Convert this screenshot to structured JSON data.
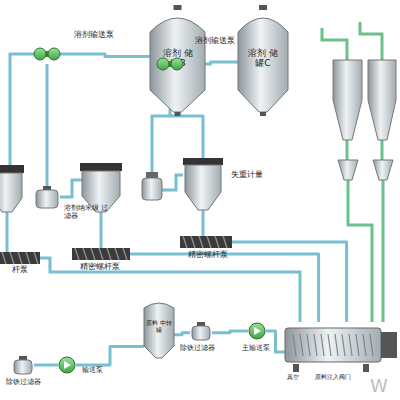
{
  "diagram": {
    "nodes": [
      {
        "text": [
          "溶剂 储罐B"
        ]
      },
      {
        "text": [
          "溶剂 储罐C"
        ]
      },
      {
        "text": [
          "溶剂输送泵"
        ]
      },
      {
        "text": [
          "溶剂输送泵"
        ]
      },
      {
        "text": [
          "溶剂纳米级 过滤器"
        ]
      },
      {
        "text": [
          "失重计量"
        ]
      },
      {
        "text": [
          "精密螺杆泵"
        ]
      },
      {
        "text": [
          "精密螺杆泵"
        ]
      },
      {
        "text": [
          "原料 中转罐"
        ]
      },
      {
        "text": [
          "除铁过滤器"
        ]
      },
      {
        "text": [
          "主输送泵"
        ]
      },
      {
        "text": [
          "输送泵"
        ]
      },
      {
        "text": [
          "除铁过滤器"
        ]
      },
      {
        "text": [
          "真空",
          "原料注入阀门"
        ]
      }
    ],
    "edges": [
      {
        "from": 0,
        "to": 2,
        "arrow": "none"
      },
      {
        "from": 1,
        "to": 3,
        "arrow": "none"
      },
      {
        "from": 2,
        "to": 4,
        "arrow": "none"
      },
      {
        "from": 3,
        "to": 5,
        "arrow": "none"
      },
      {
        "from": 6,
        "to": 13,
        "arrow": "none"
      },
      {
        "from": 7,
        "to": 13,
        "arrow": "none"
      },
      {
        "from": 12,
        "to": 11,
        "arrow": "none"
      },
      {
        "from": 11,
        "to": 8,
        "arrow": "none"
      },
      {
        "from": 8,
        "to": 9,
        "arrow": "none"
      },
      {
        "from": 9,
        "to": 10,
        "arrow": "none"
      },
      {
        "from": 10,
        "to": 13,
        "arrow": "none"
      }
    ],
    "labels": [
      "杆泵",
      "W"
    ]
  }
}
